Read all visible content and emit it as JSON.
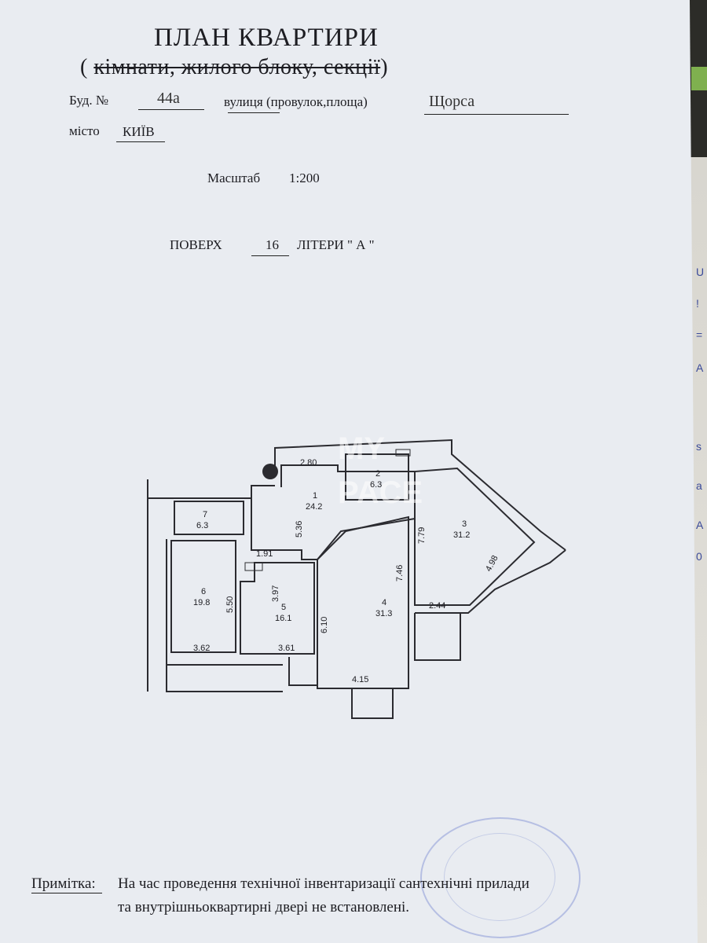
{
  "header": {
    "title": "ПЛАН   КВАРТИРИ",
    "subtitle_open": "( ",
    "subtitle_struck": "кімнати, жилого  блоку, секції",
    "subtitle_close": ")"
  },
  "address": {
    "building_label": "Буд. №",
    "building_value": "44а",
    "street_label": "вулиця (провулок,площа)",
    "street_value": "Щорса",
    "city_label": "місто",
    "city_value": "КИЇВ"
  },
  "scale": {
    "label": "Масштаб",
    "value": "1:200"
  },
  "floor": {
    "label": "ПОВЕРХ",
    "value": "16",
    "letter_label": "ЛІТЕРИ \" А \""
  },
  "plan": {
    "rooms": [
      {
        "no": "1",
        "area": "24.2"
      },
      {
        "no": "2",
        "area": "6.3"
      },
      {
        "no": "3",
        "area": "31.2"
      },
      {
        "no": "4",
        "area": "31.3"
      },
      {
        "no": "5",
        "area": "16.1"
      },
      {
        "no": "6",
        "area": "19.8"
      },
      {
        "no": "7",
        "area": "6.3"
      }
    ],
    "dimensions": [
      "2.80",
      "5.36",
      "7.79",
      "1.91",
      "7.46",
      "4.98",
      "3.97",
      "5.50",
      "6.10",
      "2.44",
      "3.62",
      "3.61",
      "4.15"
    ],
    "watermark": [
      "MY",
      "PACE"
    ]
  },
  "note": {
    "label": "Примітка:",
    "line1": "На час проведення технічної інвентаризації сантехнічні прилади",
    "line2": "та внутрішньоквартирні двері не встановлені."
  },
  "side_marks": [
    "U",
    "!",
    "=",
    "A",
    "s",
    "a",
    "A",
    "0"
  ]
}
